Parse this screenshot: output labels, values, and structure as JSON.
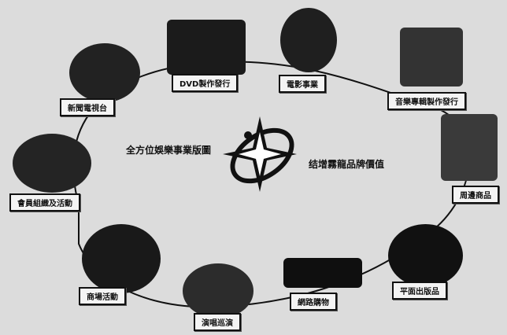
{
  "center": {
    "left_text": "全方位娛樂事業版圖",
    "right_text": "结增霧龍品牌價值"
  },
  "nodes": [
    {
      "id": "tv",
      "label": "新聞電視台",
      "icon": "tv-station-photo"
    },
    {
      "id": "dvd",
      "label": "DVD製作發行",
      "icon": "dvd-photo"
    },
    {
      "id": "film",
      "label": "電影事業",
      "icon": "film-photo"
    },
    {
      "id": "music",
      "label": "音樂專輯製作發行",
      "icon": "music-album-photo"
    },
    {
      "id": "merch",
      "label": "周邊商品",
      "icon": "merchandise-photo"
    },
    {
      "id": "print",
      "label": "平面出版品",
      "icon": "print-publication-photo"
    },
    {
      "id": "ticket",
      "label": "網路購物",
      "icon": "ticket-photo"
    },
    {
      "id": "tour",
      "label": "演唱巡演",
      "icon": "tour-photo"
    },
    {
      "id": "market",
      "label": "商場活動",
      "icon": "market-photo"
    },
    {
      "id": "members",
      "label": "會員組織及活動",
      "icon": "members-photo"
    }
  ],
  "colors": {
    "background": "#dcdcdc",
    "ring": "#111111",
    "logo_dark": "#111111",
    "logo_light": "#ffffff"
  }
}
